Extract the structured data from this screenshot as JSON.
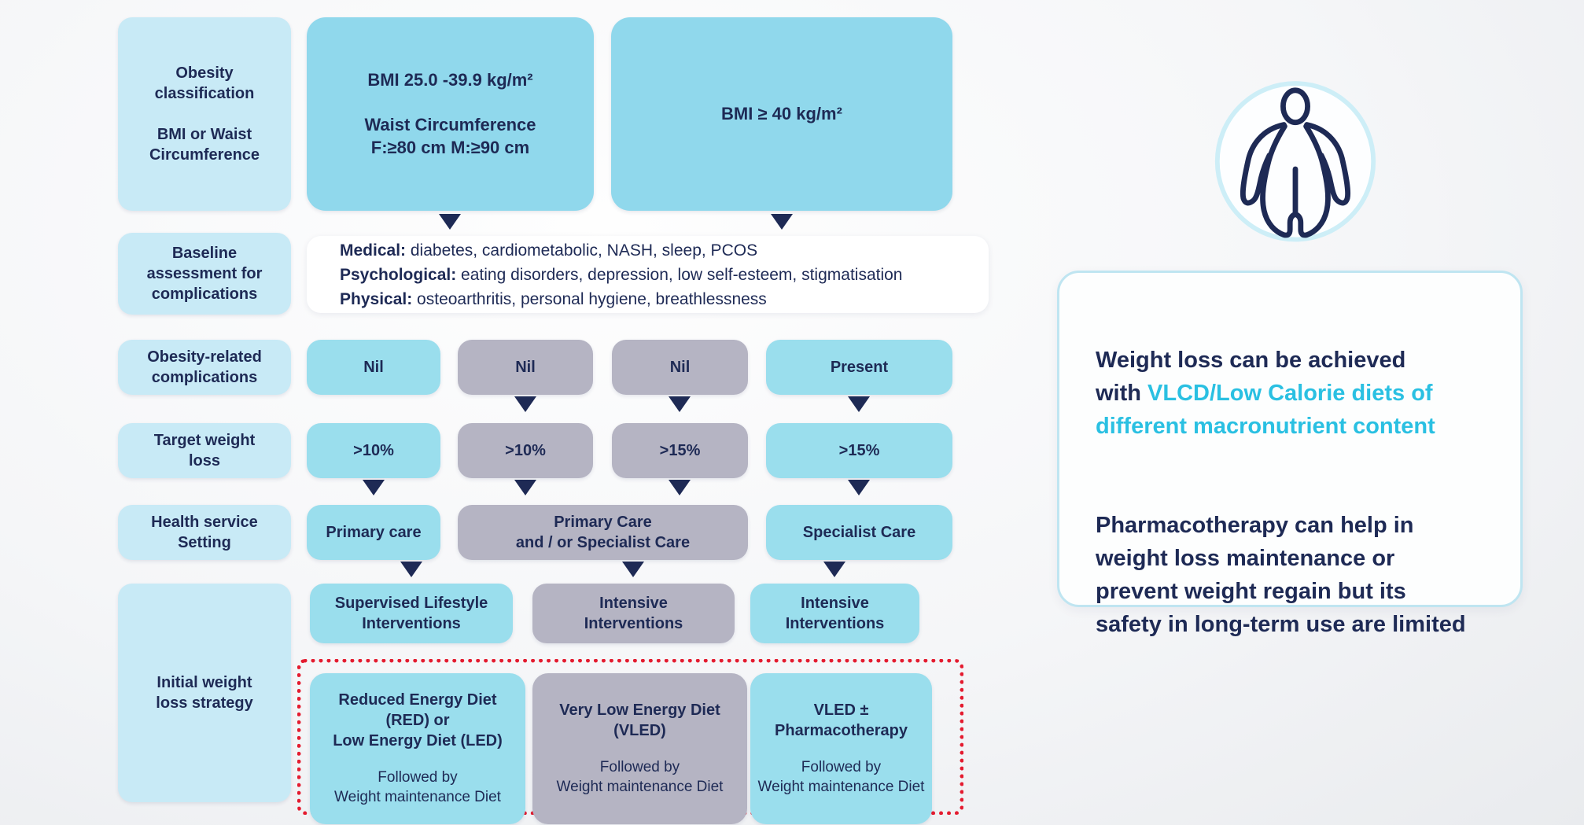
{
  "colors": {
    "navy_text": "#1e2a55",
    "cyan_text": "#2ac0e2",
    "blue_box": "#9adeed",
    "gray_box": "#b5b4c3",
    "light_label_box": "#c8eaf6",
    "red_dotted_border": "#e41b2f",
    "panel_border": "#bfe5f1"
  },
  "flow": {
    "row_labels": [
      {
        "title": "Obesity\nclassification",
        "subtitle": "BMI or Waist\nCircumference"
      },
      {
        "title": "Baseline\nassessment for\ncomplications"
      },
      {
        "title": "Obesity-related\ncomplications"
      },
      {
        "title": "Target weight\nloss"
      },
      {
        "title": "Health service\nSetting"
      },
      {
        "title": "Initial weight\nloss strategy"
      }
    ],
    "classification": {
      "box1": "BMI 25.0 -39.9 kg/m²\n\nWaist Circumference\nF:≥80 cm  M:≥90 cm",
      "box2": "BMI ≥ 40 kg/m²"
    },
    "baseline": [
      {
        "label": "Medical:",
        "text": " diabetes, cardiometabolic, NASH, sleep, PCOS"
      },
      {
        "label": "Psychological:",
        "text": " eating disorders,  depression, low self-esteem, stigmatisation"
      },
      {
        "label": "Physical:",
        "text": "  osteoarthritis, personal hygiene, breathlessness"
      }
    ],
    "complications": [
      "Nil",
      "Nil",
      "Nil",
      "Present"
    ],
    "target": [
      ">10%",
      ">10%",
      ">15%",
      ">15%"
    ],
    "setting": [
      "Primary care",
      "Primary Care\nand / or Specialist Care",
      "Specialist Care"
    ],
    "interventions": [
      "Supervised Lifestyle\nInterventions",
      "Intensive\nInterventions",
      "Intensive\nInterventions"
    ],
    "diets": [
      {
        "title": "Reduced Energy Diet\n(RED) or\nLow Energy Diet (LED)",
        "followup": "Followed by\nWeight maintenance Diet"
      },
      {
        "title": "Very Low Energy Diet\n(VLED)",
        "followup": "Followed by\nWeight maintenance Diet"
      },
      {
        "title": "VLED ±\nPharmacotherapy",
        "followup": "Followed by\nWeight maintenance Diet"
      }
    ]
  },
  "side": {
    "icon": "obese-person-icon",
    "para1_dark": "Weight loss can be achieved\nwith ",
    "para1_cyan": "VLCD/Low Calorie diets of\ndifferent macronutrient content",
    "para2": "Pharmacotherapy can help in\nweight loss maintenance or\nprevent weight regain but its\nsafety in long-term use are limited"
  }
}
